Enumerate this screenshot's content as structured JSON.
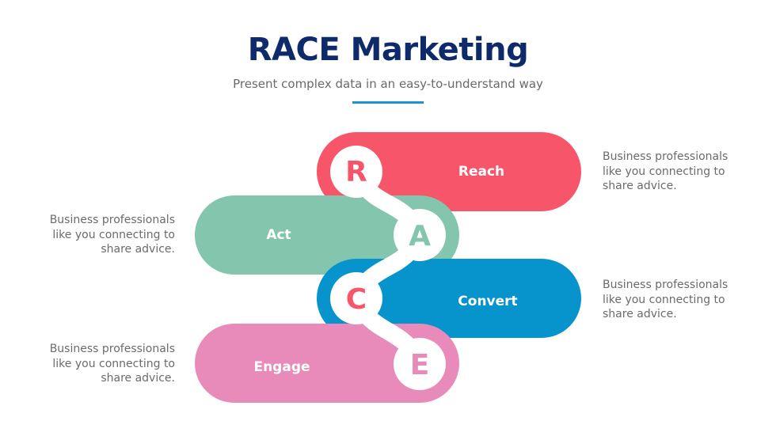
{
  "header": {
    "title": "RACE Marketing",
    "subtitle": "Present complex data in an easy-to-understand way"
  },
  "colors": {
    "reach": "#f7566a",
    "act": "#84c5ae",
    "convert": "#0794cd",
    "engage": "#e98bba",
    "title": "#0f2a6a"
  },
  "steps": [
    {
      "letter": "R",
      "label": "Reach",
      "description": "Business professionals like you connecting to share advice."
    },
    {
      "letter": "A",
      "label": "Act",
      "description": "Business professionals like you connecting to share advice."
    },
    {
      "letter": "C",
      "label": "Convert",
      "description": "Business professionals like you connecting to share advice."
    },
    {
      "letter": "E",
      "label": "Engage",
      "description": "Business professionals like you connecting to share advice."
    }
  ]
}
